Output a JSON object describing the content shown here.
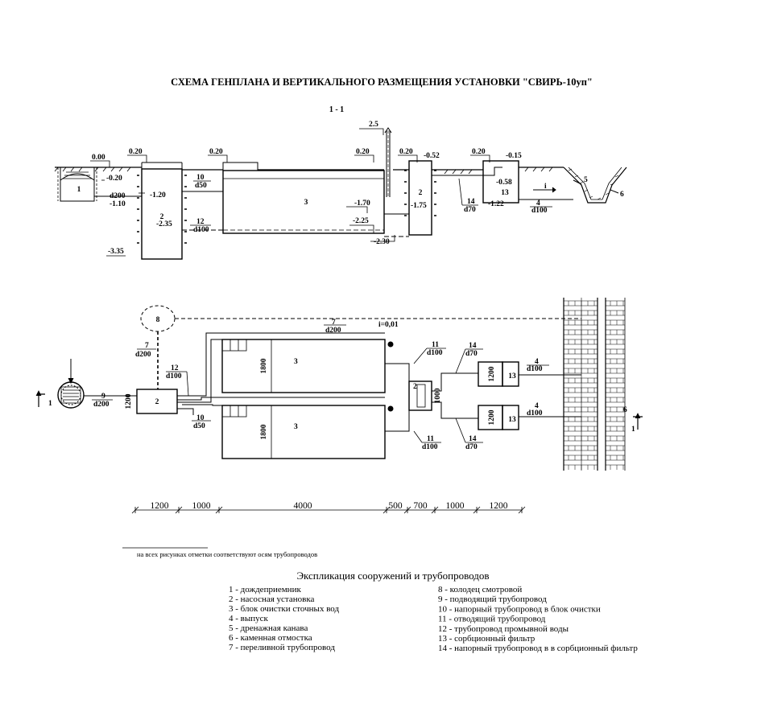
{
  "title": "СХЕМА ГЕНПЛАНА И ВЕРТИКАЛЬНОГО РАЗМЕЩЕНИЯ УСТАНОВКИ \"СВИРЬ-10уп\"",
  "section_label": "1 - 1",
  "section": {
    "levels": {
      "l_2_5": "2.5",
      "l_0_00": "0.00",
      "l_0_20_a": "0.20",
      "l_0_20_b": "0.20",
      "l_0_20_c": "0.20",
      "l_0_20_d": "0.20",
      "l_0_20_e": "0.20",
      "l_m0_20": "-0.20",
      "l_m0_52": "-0.52",
      "l_m0_15": "-0.15",
      "l_m0_58": "-0.58",
      "l_m1_20": "-1.20",
      "l_m1_10": "-1.10",
      "l_m2_35": "-2.35",
      "l_m3_35": "-3.35",
      "l_m1_70": "-1.70",
      "l_m2_25": "-2.25",
      "l_m2_30": "-2.30",
      "l_m1_75": "-1.75",
      "l_m1_22": "-1.22"
    },
    "pipes": {
      "d200": "d200",
      "p10": "10",
      "d50": "d50",
      "p12": "12",
      "d100": "d100",
      "p14": "14",
      "d70": "d70",
      "p4": "4",
      "d100b": "d100",
      "slope": "i"
    },
    "objects": {
      "o1": "1",
      "o2a": "2",
      "o3": "3",
      "o2b": "2",
      "o13": "13",
      "o5": "5",
      "o6": "6"
    }
  },
  "plan": {
    "o8": "8",
    "p7": "7",
    "d200_7": "d200",
    "slope": "i=0,01",
    "p7b": "7",
    "d200_7b": "d200",
    "p12": "12",
    "d100_12": "d100",
    "p9": "9",
    "d200_9": "d200",
    "dim_1200_pump": "1200",
    "o2": "2",
    "p10": "10",
    "d50": "d50",
    "o3a": "3",
    "o3b": "3",
    "dim_1800a": "1800",
    "dim_1800b": "1800",
    "p11a": "11",
    "d100_11a": "d100",
    "p11b": "11",
    "d100_11b": "d100",
    "o2b": "2",
    "dim_1000": "1000",
    "p14a": "14",
    "d70a": "d70",
    "p14b": "14",
    "d70b": "d70",
    "dim_1200_fa": "1200",
    "dim_1200_fb": "1200",
    "o13a": "13",
    "o13b": "13",
    "p4a": "4",
    "d100_4a": "d100",
    "p4b": "4",
    "d100_4b": "d100",
    "o6": "6",
    "cut_left": "1",
    "cut_right": "1"
  },
  "dimensions": [
    "1200",
    "1000",
    "4000",
    "500",
    "700",
    "1000",
    "1200"
  ],
  "footnote": "на всех рисунках отметки соответствуют осям трубопроводов",
  "legend": {
    "title": "Экспликация сооружений и трубопроводов",
    "left": [
      "1 - дождеприемник",
      "2 - насосная установка",
      "3 - блок очистки сточных вод",
      "4 - выпуск",
      "5 - дренажная канава",
      "6 - каменная отмостка",
      "7 - переливной трубопровод"
    ],
    "right": [
      "8 - колодец смотровой",
      "9 - подводящий трубопровод",
      "10 - напорный трубопровод в блок очистки",
      "11 - отводящий трубопровод",
      "12 -  трубопровод промывной воды",
      "13 - сорбционный фильтр",
      "14 - напорный  трубопровод в в сорбционный фильтр"
    ]
  }
}
